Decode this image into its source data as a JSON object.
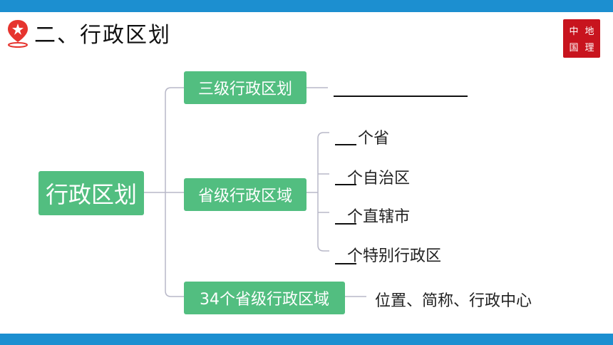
{
  "title": "二、行政区划",
  "seal": {
    "chars": [
      "中",
      "地",
      "国",
      "理"
    ]
  },
  "mindmap": {
    "root": "行政区划",
    "branch_1": {
      "label": "三级行政区划"
    },
    "branch_2": {
      "label": "省级行政区域",
      "items": [
        "个省",
        "个自治区",
        "个直辖市",
        "个特别行政区"
      ]
    },
    "branch_3": {
      "label": "34个省级行政区域",
      "detail": "位置、简称、行政中心"
    }
  },
  "colors": {
    "band": "#1c8fd0",
    "node": "#52be80",
    "connector": "#b8b8c8",
    "pin": "#e6342e",
    "seal": "#c8141e"
  }
}
